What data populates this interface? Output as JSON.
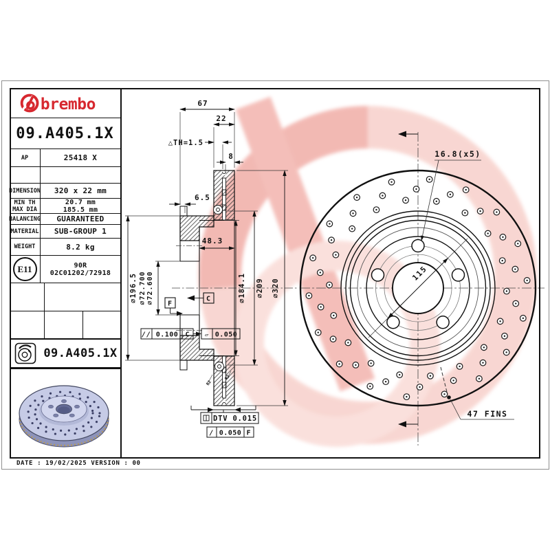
{
  "brand": {
    "wordmark": "brembo",
    "logo_color": "#d7282f"
  },
  "header": {
    "part_number": "09.A405.1X"
  },
  "spec_table": {
    "rows": [
      {
        "label": "AP",
        "value": "25418 X"
      },
      {
        "label": "",
        "value": ""
      },
      {
        "label": "DIMENSION",
        "value": "320 x 22 mm"
      },
      {
        "label": "MIN TH",
        "label2": "MAX DIA",
        "value": "20.7 mm",
        "value2": "185.5 mm"
      },
      {
        "label": "BALANCING",
        "value": "GUARANTEED"
      },
      {
        "label": "MATERIAL",
        "value": "SUB-GROUP 1"
      },
      {
        "label": "WEIGHT",
        "value": "8.2 kg"
      }
    ],
    "homologation": {
      "mark": "E11",
      "line1": "90R",
      "line2": "02C01202/72918"
    }
  },
  "product_label": {
    "part_number": "09.A405.1X"
  },
  "footer": {
    "text": "DATE : 19/02/2025 VERSION : 00"
  },
  "section_view": {
    "dim_total_width": "67",
    "dim_thickness": "22",
    "dim_min_th": "△TH=1.5",
    "dim_pad": "8",
    "dim_flange": "6.5",
    "dim_offset": "48.3",
    "dia_hat": "∅196.5",
    "dia_bore_max": "∅72.700",
    "dia_bore_min": "∅72.600",
    "dia_ring_id": "∅184.1",
    "dia_vane": "∅209",
    "dia_outer": "∅320",
    "datum_c": "C",
    "datum_f": "F",
    "parallelism_sym": "//",
    "parallelism_val": "0.100",
    "parallelism_datum": "C",
    "flatness_sym": "▱",
    "flatness_val": "0.050",
    "dtv_text": "DTV 0.015",
    "runout_sym": "/",
    "runout_val": "0.050",
    "runout_datum": "F",
    "fillet_a": "R2",
    "fillet_b": "R2"
  },
  "front_view": {
    "bolt_hole_label": "16.8(x5)",
    "pcd_label": "115",
    "fins_label": "47 FINS"
  },
  "colors": {
    "brand_red": "#d7282f",
    "watermark_ring": "#f7cdc7",
    "watermark_dense": "#f0a8a1",
    "line": "#111111"
  }
}
